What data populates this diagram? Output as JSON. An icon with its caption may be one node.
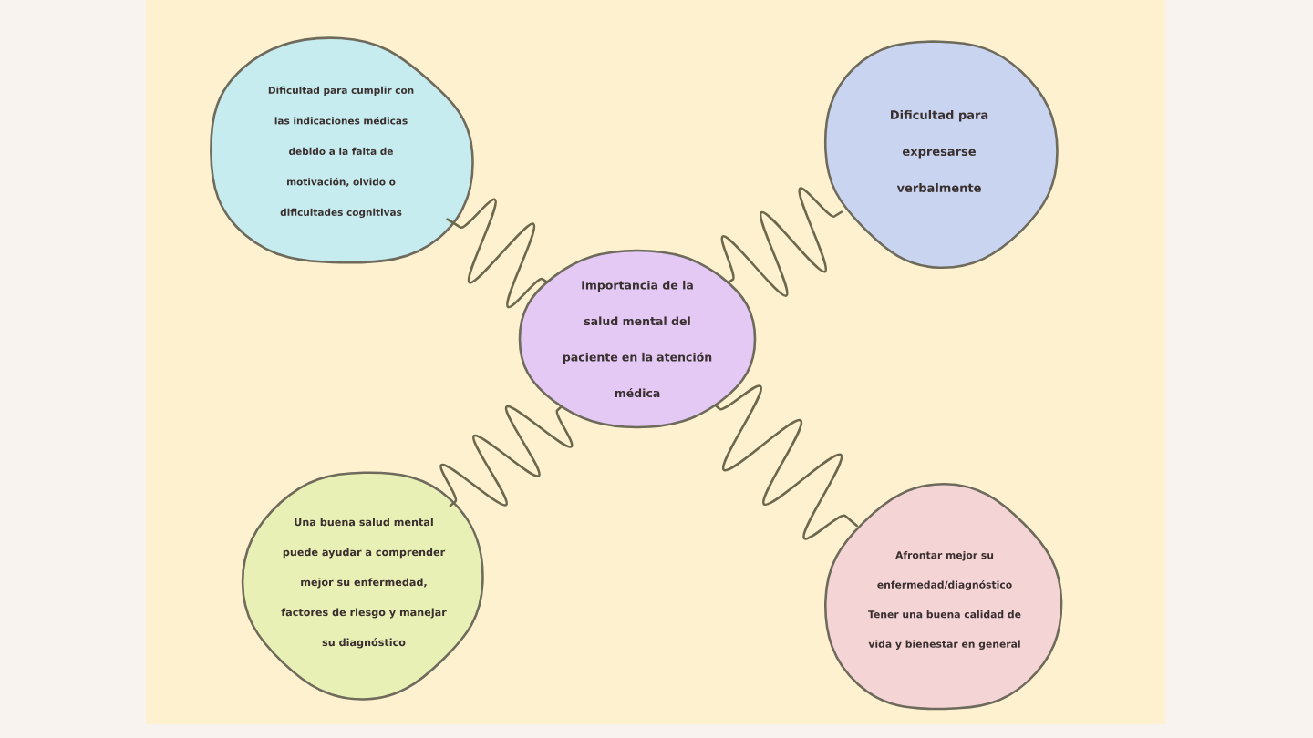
{
  "diagram": {
    "nodes": [
      {
        "text": [
          "Dificultad para cumplir con las indicaciones médicas debido a la falta de motivación, olvido o dificultades cognitivas"
        ]
      },
      {
        "text": [
          "Dificultad para expresarse verbalmente"
        ]
      },
      {
        "text": [
          "Importancia de la salud mental del paciente en la atención médica"
        ]
      },
      {
        "text": [
          "Una buena salud mental puede ayudar a comprender mejor su enfermedad, factores de riesgo y manejar su diagnóstico"
        ]
      },
      {
        "text": [
          "Afrontar mejor su enfermedad/diagnóstico Tener una buena calidad de vida y bienestar en general"
        ]
      }
    ],
    "edges": [
      {
        "from": 2,
        "to": 0,
        "arrow": "none"
      },
      {
        "from": 2,
        "to": 1,
        "arrow": "none"
      },
      {
        "from": 2,
        "to": 3,
        "arrow": "none"
      },
      {
        "from": 2,
        "to": 4,
        "arrow": "none"
      }
    ]
  }
}
